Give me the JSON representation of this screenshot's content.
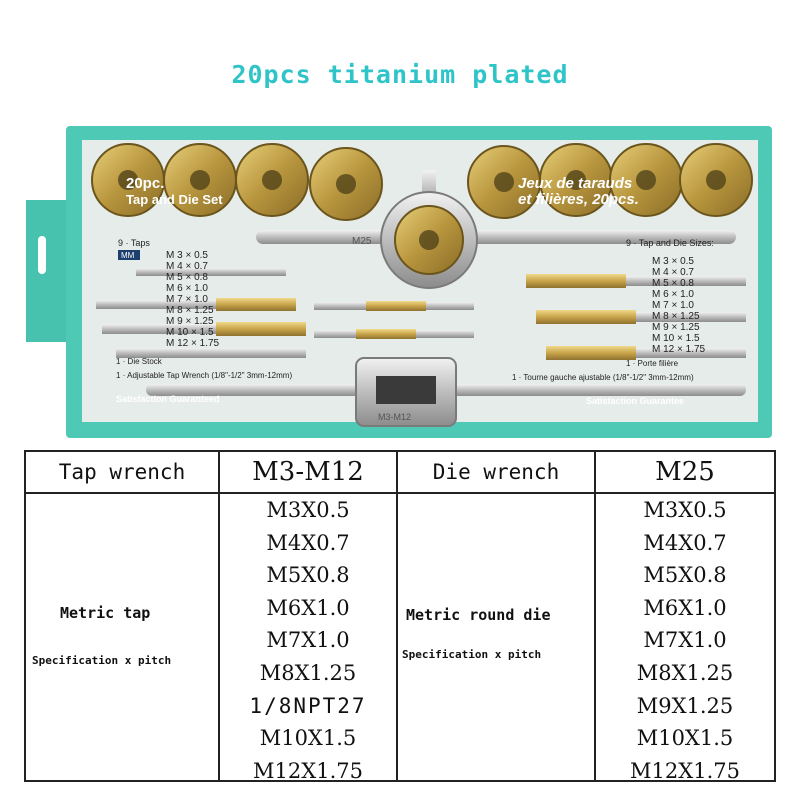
{
  "title": "20pcs titanium plated",
  "photo": {
    "box_text_left_1": "20pc.",
    "box_text_left_2": "Tap and Die Set",
    "box_text_right_1": "Jeux de tarauds",
    "box_text_right_2": "et filières, 20pcs.",
    "left_taps_header": "9 · Taps",
    "right_taps_header": "9 · Tap and Die Sizes:",
    "mm_tag": "MM",
    "tap_sizes": [
      "M 3 × 0.5",
      "M 4 × 0.7",
      "M 5 × 0.8",
      "M 6 × 1.0",
      "M 7 × 1.0",
      "M 8 × 1.25",
      "M 9 × 1.25",
      "M 10 × 1.5",
      "M 12 × 1.75"
    ],
    "die_stock": "1 · Die Stock",
    "adjustable_wrench": "1 · Adjustable Tap Wrench (1/8\"-1/2\" 3mm-12mm)",
    "right_porte": "1 · Porte filière",
    "right_tourne": "1 · Tourne gauche ajustable (1/8\"-1/2\" 3mm-12mm)",
    "guarantee_left": "Satisfaction Guaranteed",
    "guarantee_right": "Satisfaction Guarantee",
    "center_die_label": "M25",
    "wrench_label": "M3-M12"
  },
  "table": {
    "headers": [
      "Tap wrench",
      "M3-M12",
      "Die wrench",
      "M25"
    ],
    "left_label": "Metric tap",
    "left_sub": "Specification x pitch",
    "right_label": "Metric round die",
    "right_sub": "Specification x pitch",
    "tap_values": [
      "M3X0.5",
      "M4X0.7",
      "M5X0.8",
      "M6X1.0",
      "M7X1.0",
      "M8X1.25",
      "1/8NPT27",
      "M10X1.5",
      "M12X1.75"
    ],
    "die_values": [
      "M3X0.5",
      "M4X0.7",
      "M5X0.8",
      "M6X1.0",
      "M7X1.0",
      "M8X1.25",
      "M9X1.25",
      "M10X1.5",
      "M12X1.75"
    ]
  },
  "colors": {
    "title": "#2fc4c8",
    "case": "#4dc9b5",
    "brass": "#c9a94c"
  }
}
